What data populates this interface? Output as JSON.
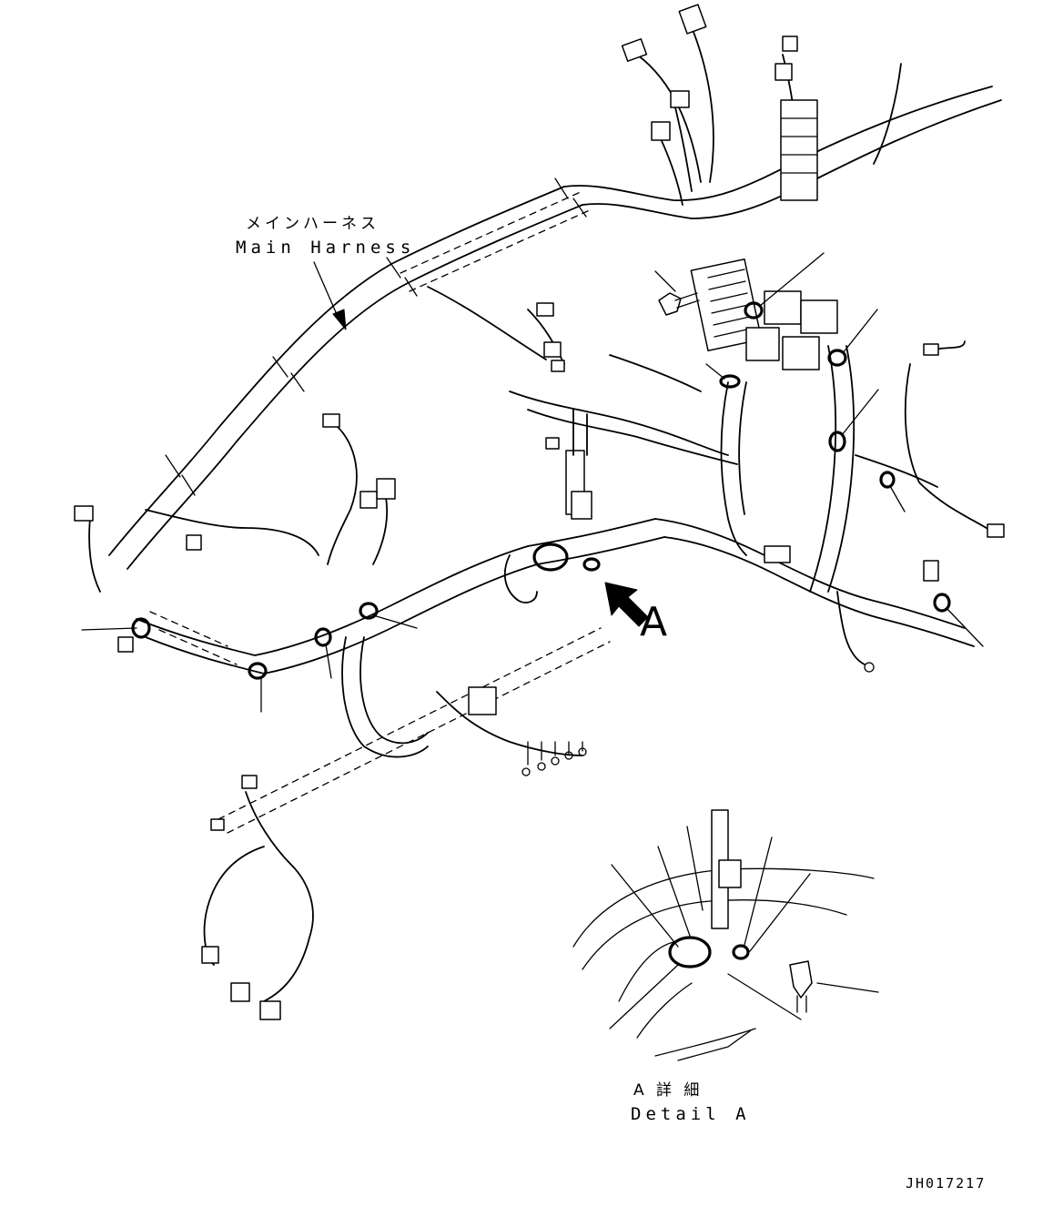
{
  "labels": {
    "harness_jp": "メインハーネス",
    "harness_en": "Main Harness",
    "view_marker": "A",
    "detail_jp": "A 詳 細",
    "detail_en": "Detail A",
    "drawing_code": "JH017217"
  }
}
